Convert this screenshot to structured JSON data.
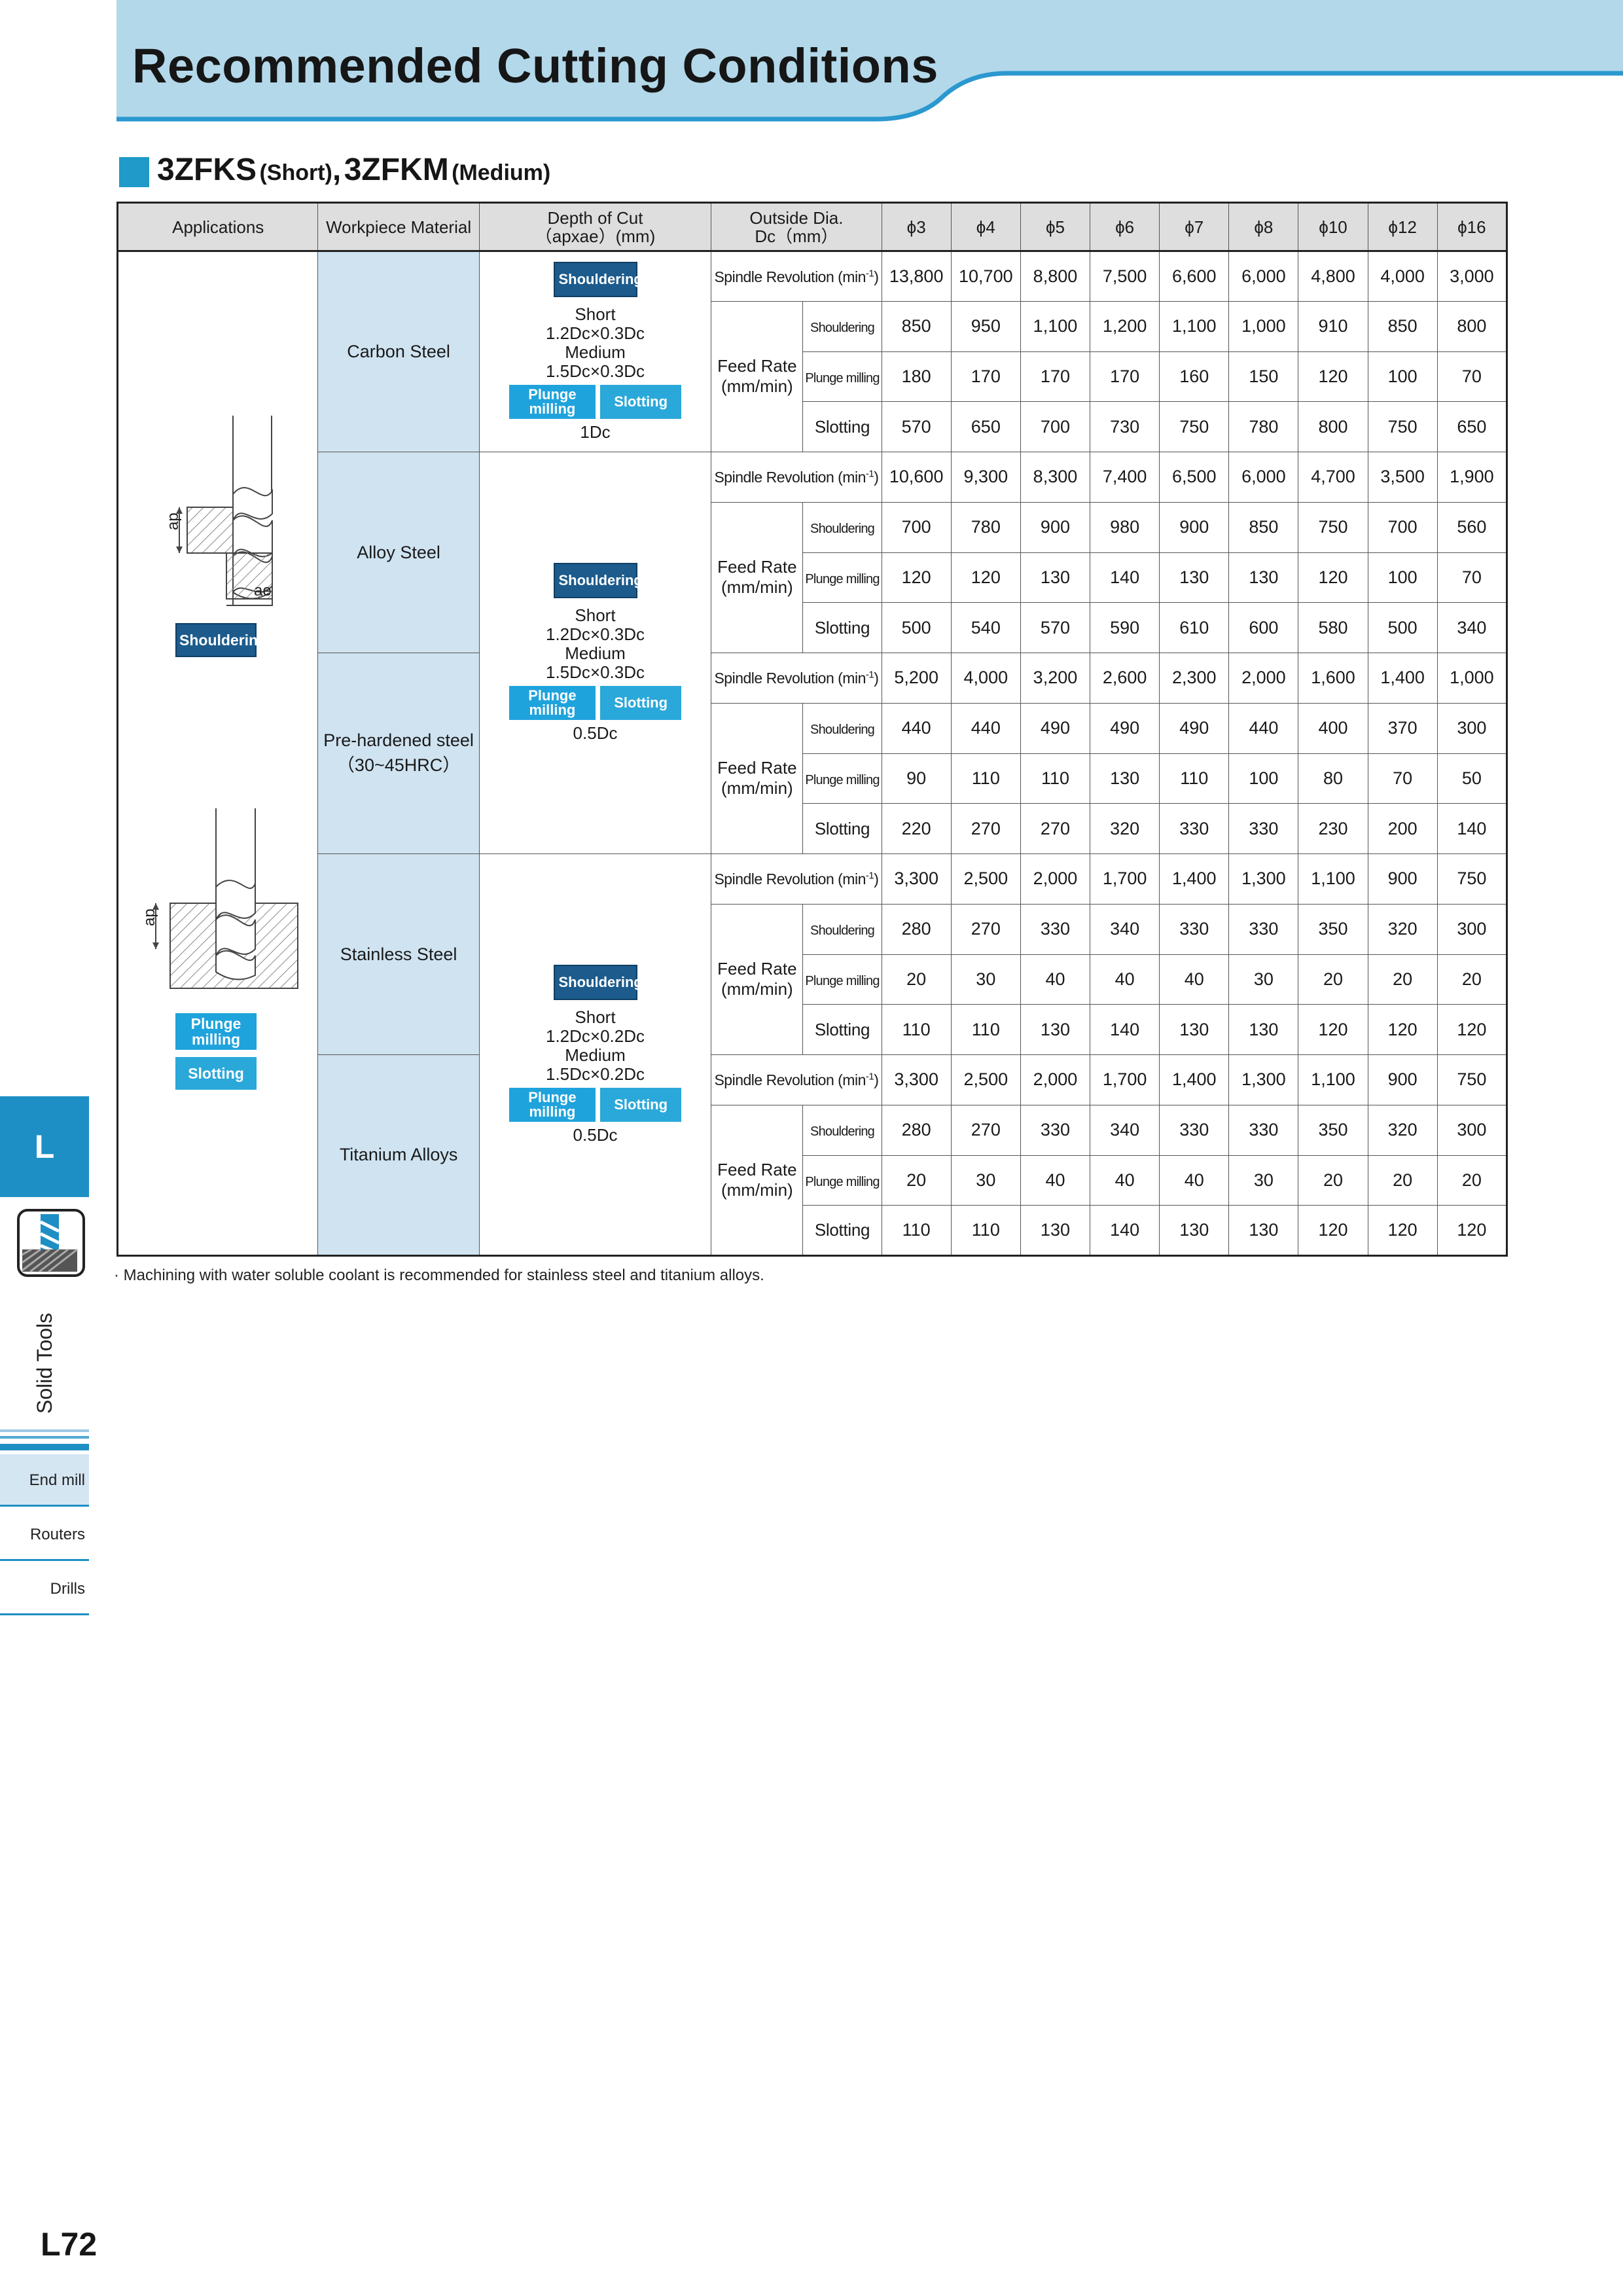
{
  "title": "Recommended Cutting Conditions",
  "product": {
    "model_short": "3ZFKS",
    "short_label": "(Short)",
    "comma": ",",
    "model_medium": "3ZFKM",
    "medium_label": "(Medium)"
  },
  "table": {
    "headers": {
      "applications": "Applications",
      "workpiece": "Workpiece Material",
      "depth_line1": "Depth of Cut",
      "depth_line2": "（apxae）(mm)",
      "dia_line1": "Outside Dia.",
      "dia_line2": "Dc（mm）"
    },
    "diameters": [
      "ϕ3",
      "ϕ4",
      "ϕ5",
      "ϕ6",
      "ϕ7",
      "ϕ8",
      "ϕ10",
      "ϕ12",
      "ϕ16"
    ],
    "spindle_label": "Spindle Revolution (min",
    "spindle_sup": "-1",
    "spindle_close": ")",
    "feed_line1": "Feed Rate",
    "feed_line2": "(mm/min)",
    "sub_shoulder": "Shouldering",
    "sub_plunge": "Plunge milling",
    "sub_slot": "Slotting",
    "badges": {
      "shouldering": "Shouldering",
      "plunge_line1": "Plunge",
      "plunge_line2": "milling",
      "slotting": "Slotting"
    },
    "materials": [
      {
        "name": "Carbon Steel",
        "spindle": [
          "13,800",
          "10,700",
          "8,800",
          "7,500",
          "6,600",
          "6,000",
          "4,800",
          "4,000",
          "3,000"
        ],
        "shouldering": [
          "850",
          "950",
          "1,100",
          "1,200",
          "1,100",
          "1,000",
          "910",
          "850",
          "800"
        ],
        "plunge": [
          "180",
          "170",
          "170",
          "170",
          "160",
          "150",
          "120",
          "100",
          "70"
        ],
        "slotting": [
          "570",
          "650",
          "700",
          "730",
          "750",
          "780",
          "800",
          "750",
          "650"
        ]
      },
      {
        "name": "Alloy Steel",
        "spindle": [
          "10,600",
          "9,300",
          "8,300",
          "7,400",
          "6,500",
          "6,000",
          "4,700",
          "3,500",
          "1,900"
        ],
        "shouldering": [
          "700",
          "780",
          "900",
          "980",
          "900",
          "850",
          "750",
          "700",
          "560"
        ],
        "plunge": [
          "120",
          "120",
          "130",
          "140",
          "130",
          "130",
          "120",
          "100",
          "70"
        ],
        "slotting": [
          "500",
          "540",
          "570",
          "590",
          "610",
          "600",
          "580",
          "500",
          "340"
        ]
      },
      {
        "name_line1": "Pre-hardened steel",
        "name_line2": "（30~45HRC）",
        "spindle": [
          "5,200",
          "4,000",
          "3,200",
          "2,600",
          "2,300",
          "2,000",
          "1,600",
          "1,400",
          "1,000"
        ],
        "shouldering": [
          "440",
          "440",
          "490",
          "490",
          "490",
          "440",
          "400",
          "370",
          "300"
        ],
        "plunge": [
          "90",
          "110",
          "110",
          "130",
          "110",
          "100",
          "80",
          "70",
          "50"
        ],
        "slotting": [
          "220",
          "270",
          "270",
          "320",
          "330",
          "330",
          "230",
          "200",
          "140"
        ]
      },
      {
        "name": "Stainless Steel",
        "spindle": [
          "3,300",
          "2,500",
          "2,000",
          "1,700",
          "1,400",
          "1,300",
          "1,100",
          "900",
          "750"
        ],
        "shouldering": [
          "280",
          "270",
          "330",
          "340",
          "330",
          "330",
          "350",
          "320",
          "300"
        ],
        "plunge": [
          "20",
          "30",
          "40",
          "40",
          "40",
          "30",
          "20",
          "20",
          "20"
        ],
        "slotting": [
          "110",
          "110",
          "130",
          "140",
          "130",
          "130",
          "120",
          "120",
          "120"
        ]
      },
      {
        "name": "Titanium Alloys",
        "spindle": [
          "3,300",
          "2,500",
          "2,000",
          "1,700",
          "1,400",
          "1,300",
          "1,100",
          "900",
          "750"
        ],
        "shouldering": [
          "280",
          "270",
          "330",
          "340",
          "330",
          "330",
          "350",
          "320",
          "300"
        ],
        "plunge": [
          "20",
          "30",
          "40",
          "40",
          "40",
          "30",
          "20",
          "20",
          "20"
        ],
        "slotting": [
          "110",
          "110",
          "130",
          "140",
          "130",
          "130",
          "120",
          "120",
          "120"
        ]
      }
    ],
    "depth_groups": [
      {
        "short": "Short",
        "short_val": "1.2Dc×0.3Dc",
        "medium": "Medium",
        "medium_val": "1.5Dc×0.3Dc",
        "plunge_slot_val": "1Dc"
      },
      {
        "short": "Short",
        "short_val": "1.2Dc×0.3Dc",
        "medium": "Medium",
        "medium_val": "1.5Dc×0.3Dc",
        "plunge_slot_val": "0.5Dc"
      },
      {
        "short": "Short",
        "short_val": "1.2Dc×0.2Dc",
        "medium": "Medium",
        "medium_val": "1.5Dc×0.2Dc",
        "plunge_slot_val": "0.5Dc"
      }
    ],
    "diagram_labels": {
      "ap": "ap",
      "ae": "ae"
    }
  },
  "footnote": "· Machining with water soluble coolant is recommended for stainless steel and titanium alloys.",
  "side": {
    "tab_letter": "L",
    "section": "Solid Tools",
    "nav": [
      "End mill",
      "Routers",
      "Drills"
    ]
  },
  "page_number": "L72",
  "colors": {
    "header_band": "#b3d8ea",
    "accent_blue": "#1f9ac9",
    "material_fill": "#cfe3f1",
    "shouldering_badge": "#1c5b8c",
    "plunge_badge": "#1fa3dc"
  }
}
